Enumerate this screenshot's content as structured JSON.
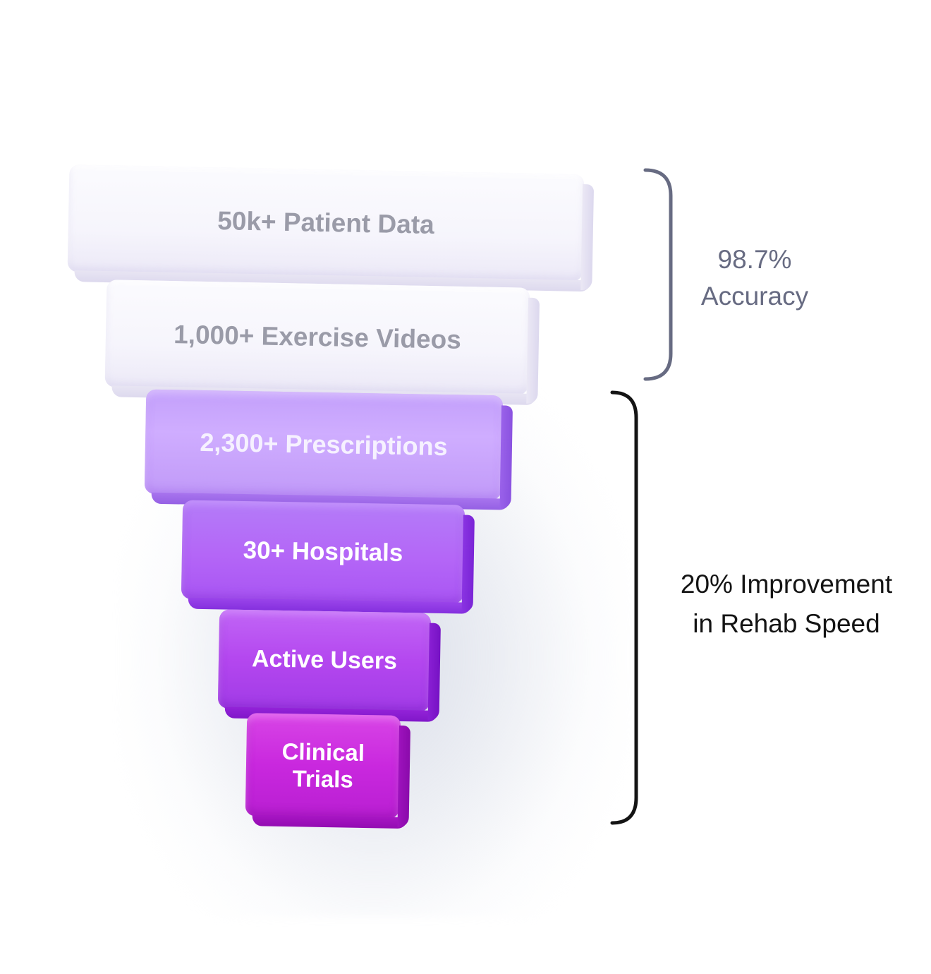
{
  "funnel": {
    "stages": [
      {
        "label": "50k+ Patient Data"
      },
      {
        "label": "1,000+ Exercise Videos"
      },
      {
        "label": "2,300+ Prescriptions"
      },
      {
        "label": "30+ Hospitals"
      },
      {
        "label": "Active Users"
      },
      {
        "label": "Clinical\nTrials"
      }
    ]
  },
  "annotations": {
    "top": {
      "line1": "98.7%",
      "line2": "Accuracy",
      "color": "#676b82"
    },
    "bottom": {
      "line1": "20% Improvement",
      "line2": "in Rehab Speed",
      "color": "#141414"
    }
  },
  "colors": {
    "white_block_text": "#9a9ba8",
    "prescriptions": "#c9a6fd",
    "hospitals": "#b466f7",
    "active_users": "#b447ef",
    "clinical_trials": "#c928de"
  }
}
